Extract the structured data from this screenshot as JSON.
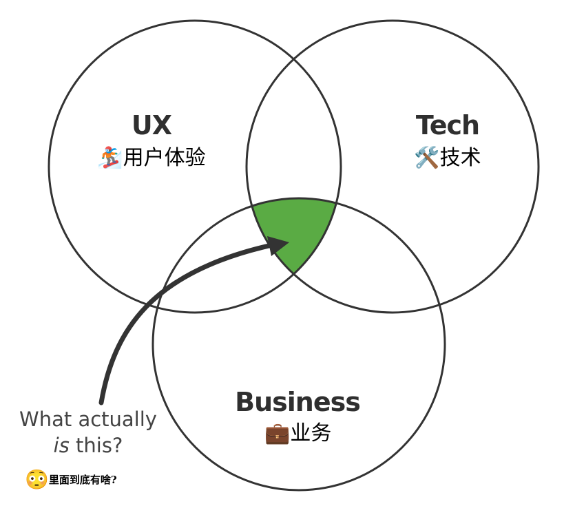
{
  "circles": [
    {
      "title": "UX",
      "subtitle": "用户体验",
      "emoji": "🏂"
    },
    {
      "title": "Tech",
      "subtitle": "技术",
      "emoji": "🛠️"
    },
    {
      "title": "Business",
      "subtitle": "业务",
      "emoji": "💼"
    }
  ],
  "intersection_color": "#5aab44",
  "question": {
    "line1": "What actually",
    "line2_em": "is",
    "line2_rest": " this?"
  },
  "question_zh": {
    "emoji": "😳",
    "text": "里面到底有啥?"
  }
}
